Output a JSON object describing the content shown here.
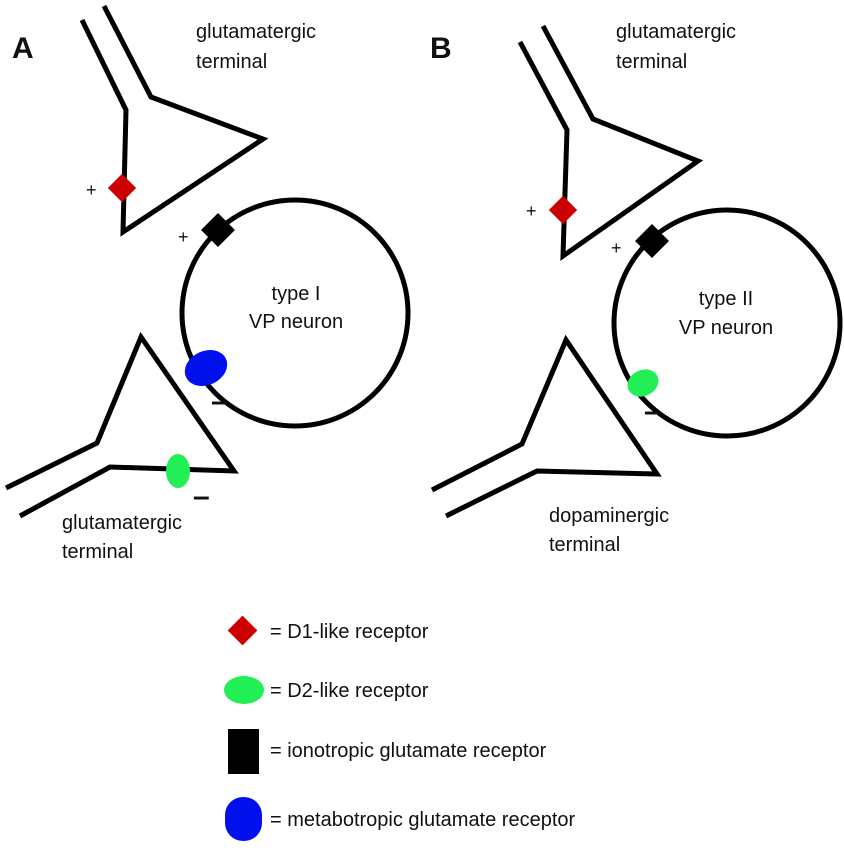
{
  "colors": {
    "d1_receptor": "#cc0000",
    "d2_receptor": "#22ee55",
    "ionotropic_receptor": "#000000",
    "metabotropic_receptor": "#0011ee",
    "line": "#000000"
  },
  "panel_a": {
    "letter": "A",
    "top_terminal_line1": "glutamatergic",
    "top_terminal_line2": "terminal",
    "neuron_line1": "type I",
    "neuron_line2": "VP neuron",
    "bottom_terminal_line1": "glutamatergic",
    "bottom_terminal_line2": "terminal",
    "sign_d1": "+",
    "sign_iono": "+",
    "sign_metabo": "–",
    "sign_d2": "–"
  },
  "panel_b": {
    "letter": "B",
    "top_terminal_line1": "glutamatergic",
    "top_terminal_line2": "terminal",
    "neuron_line1": "type II",
    "neuron_line2": "VP neuron",
    "bottom_terminal_line1": "dopaminergic",
    "bottom_terminal_line2": "terminal",
    "sign_d1": "+",
    "sign_iono": "+",
    "sign_d2": "–"
  },
  "legend": [
    {
      "icon": "d1-receptor-diamond",
      "label": "= D1-like receptor"
    },
    {
      "icon": "d2-receptor-ellipse",
      "label": "= D2-like receptor"
    },
    {
      "icon": "ionotropic-receptor-rect",
      "label": "= ionotropic glutamate receptor"
    },
    {
      "icon": "metabotropic-receptor-oval",
      "label": "= metabotropic glutamate receptor"
    }
  ]
}
